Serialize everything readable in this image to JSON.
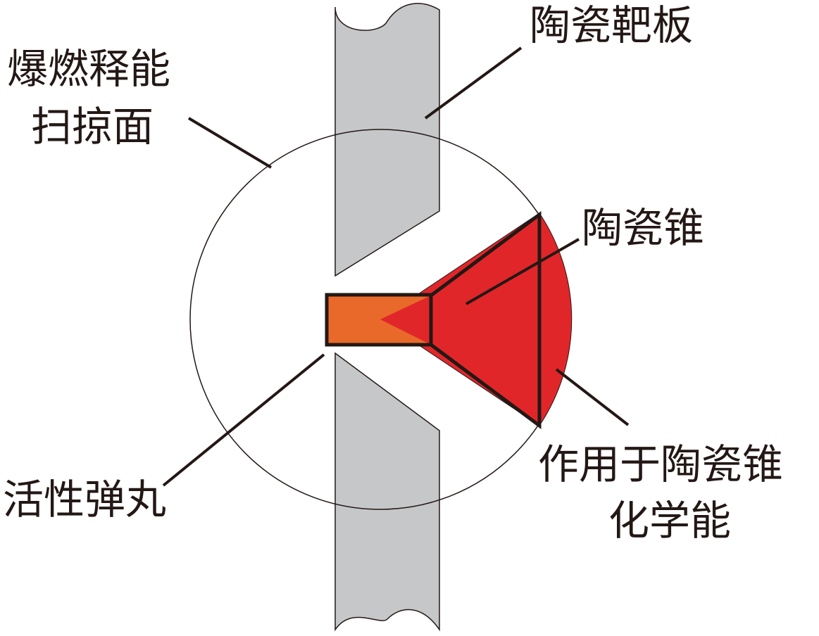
{
  "labels": {
    "deflagration_line1": "爆燃释能",
    "deflagration_line2": "扫掠面",
    "ceramic_target": "陶瓷靶板",
    "ceramic_cone": "陶瓷锥",
    "active_projectile": "活性弹丸",
    "chem_energy_line1": "作用于陶瓷锥",
    "chem_energy_line2": "化学能"
  },
  "colors": {
    "target_plate": "#c6c7c9",
    "projectile": "#e8692a",
    "energy_sector": "#e1262a",
    "outline": "#231815"
  }
}
